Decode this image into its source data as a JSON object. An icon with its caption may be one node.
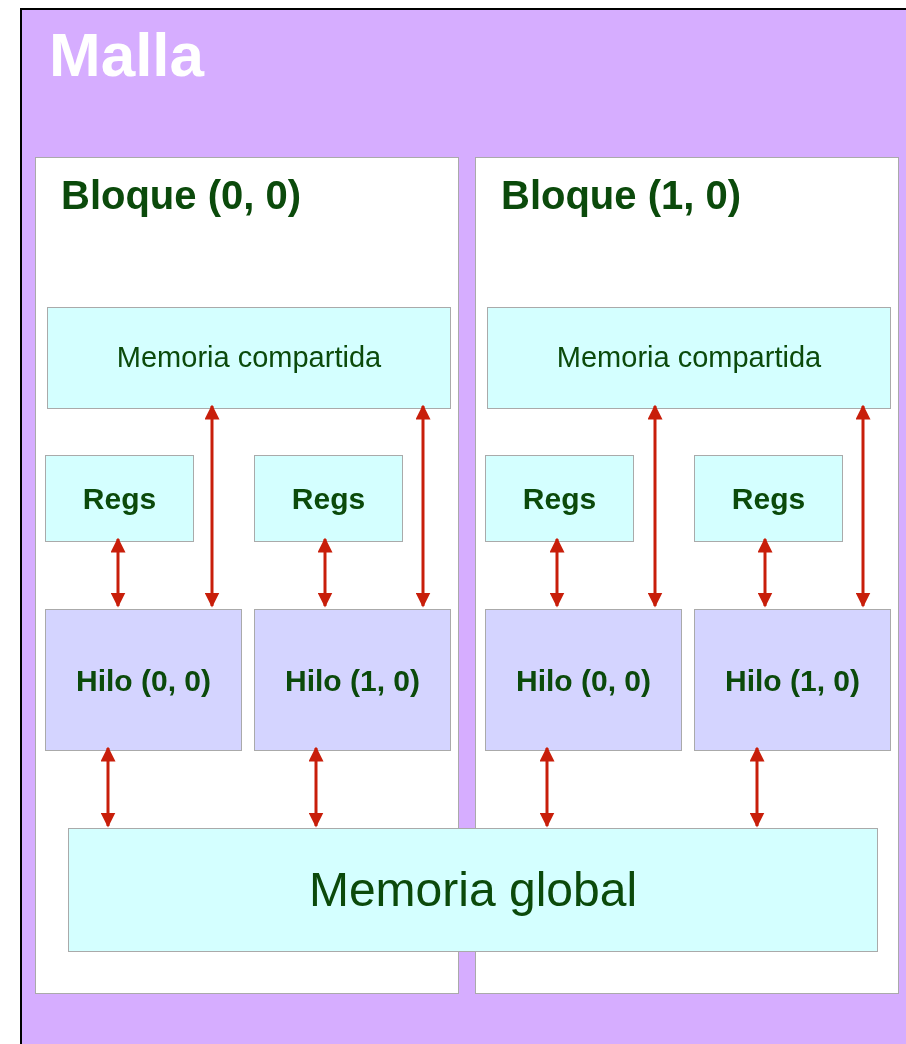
{
  "diagram": {
    "nodes": [
      {
        "text": [
          "Malla"
        ]
      },
      {
        "text": [
          "Bloque (0, 0)"
        ],
        "in": 0
      },
      {
        "text": [
          "Memoria compartida"
        ],
        "in": 1
      },
      {
        "text": [
          "Regs"
        ],
        "in": 1
      },
      {
        "text": [
          "Regs"
        ],
        "in": 1
      },
      {
        "text": [
          "Hilo (0, 0)"
        ],
        "in": 1
      },
      {
        "text": [
          "Hilo (1, 0)"
        ],
        "in": 1
      },
      {
        "text": [
          "Bloque (1, 0)"
        ],
        "in": 0
      },
      {
        "text": [
          "Memoria compartida"
        ],
        "in": 7
      },
      {
        "text": [
          "Regs"
        ],
        "in": 7
      },
      {
        "text": [
          "Regs"
        ],
        "in": 7
      },
      {
        "text": [
          "Hilo (0, 0)"
        ],
        "in": 7
      },
      {
        "text": [
          "Hilo (1, 0)"
        ],
        "in": 7
      },
      {
        "text": [
          "Memoria global"
        ],
        "in": 0
      }
    ],
    "edges": [
      {
        "from": 3,
        "to": 5,
        "arrow": "both"
      },
      {
        "from": 2,
        "to": 5,
        "arrow": "both"
      },
      {
        "from": 4,
        "to": 6,
        "arrow": "both"
      },
      {
        "from": 2,
        "to": 6,
        "arrow": "both"
      },
      {
        "from": 5,
        "to": 13,
        "arrow": "both"
      },
      {
        "from": 6,
        "to": 13,
        "arrow": "both"
      },
      {
        "from": 9,
        "to": 11,
        "arrow": "both"
      },
      {
        "from": 8,
        "to": 11,
        "arrow": "both"
      },
      {
        "from": 10,
        "to": 12,
        "arrow": "both"
      },
      {
        "from": 8,
        "to": 12,
        "arrow": "both"
      },
      {
        "from": 11,
        "to": 13,
        "arrow": "both"
      },
      {
        "from": 12,
        "to": 13,
        "arrow": "both"
      }
    ]
  }
}
